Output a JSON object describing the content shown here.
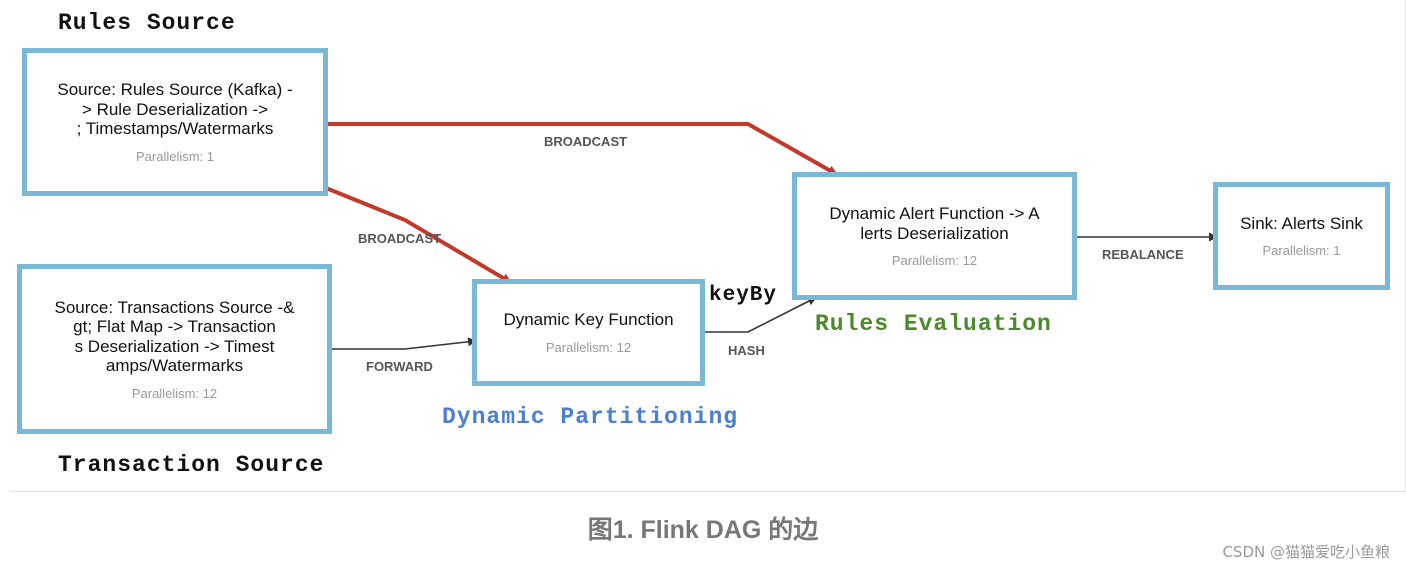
{
  "labels": {
    "rules_source": "Rules Source",
    "transaction_source": "Transaction Source",
    "dynamic_partitioning": "Dynamic Partitioning",
    "rules_evaluation": "Rules Evaluation",
    "keyby": "keyBy"
  },
  "nodes": {
    "rules_src": {
      "lines": [
        "Source: Rules Source (Kafka) -",
        "> Rule Deserialization ->",
        "; Timestamps/Watermarks"
      ],
      "parallelism": "Parallelism: 1"
    },
    "tx_src": {
      "lines": [
        "Source: Transactions Source -&",
        "gt; Flat Map -> Transaction",
        "s Deserialization -> Timest",
        "amps/Watermarks"
      ],
      "parallelism": "Parallelism: 12"
    },
    "dyn_key": {
      "lines": [
        "Dynamic Key Function"
      ],
      "parallelism": "Parallelism: 12"
    },
    "dyn_alert": {
      "lines": [
        "Dynamic Alert Function -> A",
        "lerts Deserialization"
      ],
      "parallelism": "Parallelism: 12"
    },
    "sink": {
      "lines": [
        "Sink: Alerts Sink"
      ],
      "parallelism": "Parallelism: 1"
    }
  },
  "edges": {
    "broadcast_top": "BROADCAST",
    "broadcast_mid": "BROADCAST",
    "forward": "FORWARD",
    "hash": "HASH",
    "rebalance": "REBALANCE"
  },
  "colors": {
    "node_border": "#7ab8d6",
    "broadcast_edge": "#c0392b",
    "plain_edge": "#333333",
    "partitioning_label": "#4a7fd1",
    "evaluation_label": "#4a8a2a"
  },
  "caption": "图1. Flink DAG 的边",
  "watermark": "CSDN @猫猫爱吃小鱼粮"
}
